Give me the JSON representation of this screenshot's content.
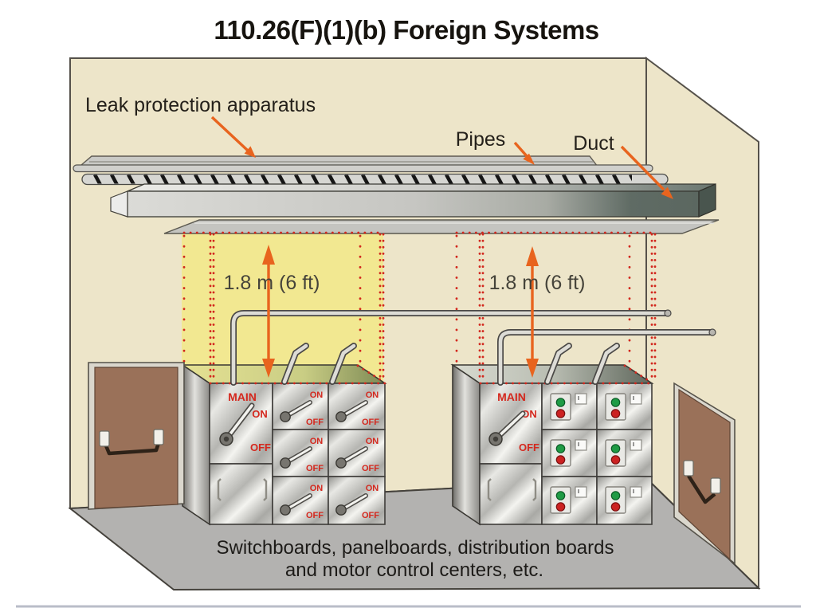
{
  "slide": {
    "title": "110.26(F)(1)(b) Foreign Systems"
  },
  "ceiling_labels": {
    "leak": "Leak protection apparatus",
    "pipes": "Pipes",
    "duct": "Duct"
  },
  "clearance": {
    "left": "1.8 m (6 ft)",
    "right": "1.8 m (6 ft)"
  },
  "panel_labels": {
    "main": "MAIN",
    "on": "ON",
    "off": "OFF"
  },
  "caption": {
    "line1": "Switchboards, panelboards, distribution boards",
    "line2": "and motor control centers, etc."
  },
  "colors": {
    "wall": "#EDE5C9",
    "floor": "#B3B2B0",
    "zone_highlight": "#F2E88C",
    "zone_dots_red": "#D2281E",
    "arrow_orange": "#E8641E",
    "duct_dark": "#5A665F",
    "door_brown": "#9A7159",
    "panel_text_red": "#D4281E",
    "button_green": "#1F9B45",
    "button_red": "#CC2222"
  }
}
